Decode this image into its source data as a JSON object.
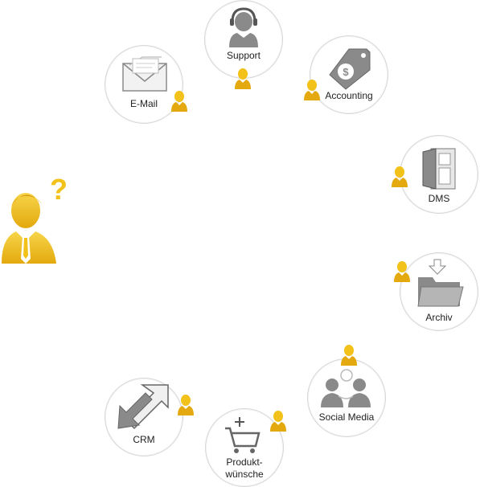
{
  "colors": {
    "accent_gold": "#f2c21a",
    "accent_gold_dark": "#c9940c",
    "node_border": "#d6d6d6",
    "icon_gray": "#8a8a8a"
  },
  "central_person": {
    "icon": "confused-person-icon",
    "mark": "?"
  },
  "nodes": [
    {
      "id": "email",
      "label": "E-Mail",
      "icon": "envelope-icon"
    },
    {
      "id": "support",
      "label": "Support",
      "icon": "headset-person-icon"
    },
    {
      "id": "accounting",
      "label": "Accounting",
      "icon": "price-tag-icon"
    },
    {
      "id": "dms",
      "label": "DMS",
      "icon": "door-icon"
    },
    {
      "id": "archiv",
      "label": "Archiv",
      "icon": "folder-icon"
    },
    {
      "id": "social",
      "label": "Social Media",
      "icon": "people-group-icon"
    },
    {
      "id": "produkt",
      "label_line1": "Produkt-",
      "label_line2": "wünsche",
      "icon": "shopping-cart-icon"
    },
    {
      "id": "crm",
      "label": "CRM",
      "icon": "arrows-icon"
    }
  ]
}
